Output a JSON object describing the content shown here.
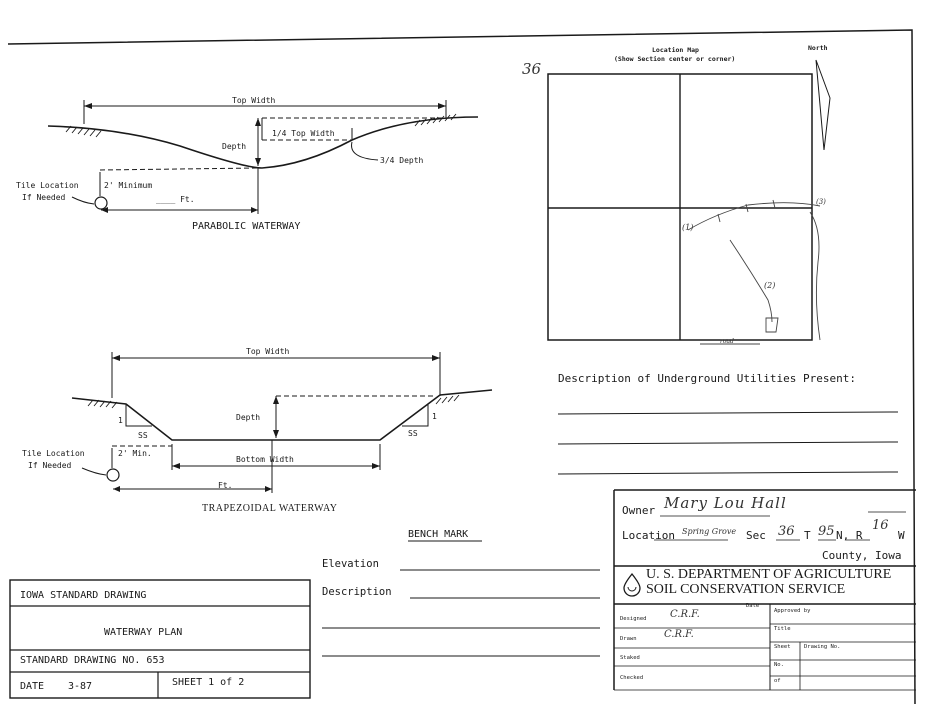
{
  "parabolic": {
    "top_width": "Top Width",
    "depth": "Depth",
    "quarter_top_width": "1/4 Top Width",
    "three_quarter_depth": "3/4 Depth",
    "tile_location_1": "Tile Location",
    "tile_location_2": "If Needed",
    "minimum": "2' Minimum",
    "ft": "____ Ft.",
    "caption": "PARABOLIC WATERWAY"
  },
  "trapezoidal": {
    "top_width": "Top Width",
    "depth": "Depth",
    "bottom_width": "Bottom Width",
    "slope_one": "1",
    "slope_ss": "SS",
    "tile_location_1": "Tile Location",
    "tile_location_2": "If Needed",
    "minimum": "2' Min.",
    "ft": "Ft.",
    "caption": "TRAPEZOIDAL WATERWAY"
  },
  "location_map": {
    "title": "Location Map",
    "subtitle": "(Show Section center or corner)",
    "north": "North",
    "section_number": "36",
    "sketch_label_1": "(1)",
    "sketch_label_2": "(2)",
    "sketch_label_3": "(3)",
    "road_label": "road"
  },
  "utilities": {
    "label": "Description of Underground Utilities Present:"
  },
  "bench_mark": {
    "title": "BENCH MARK",
    "elevation": "Elevation",
    "description": "Description"
  },
  "title_block": {
    "owner_label": "Owner",
    "owner_value": "Mary Lou Hall",
    "location_label": "Location",
    "location_value": "Spring Grove",
    "sec_label": "Sec",
    "sec_value": "36",
    "t_label": "T",
    "t_value": "95",
    "n_label": "N, R",
    "r_value": "16",
    "w_label": "W",
    "county": "County, Iowa",
    "agency_1": "U. S. DEPARTMENT OF AGRICULTURE",
    "agency_2": "SOIL CONSERVATION SERVICE",
    "date_hdr": "Date",
    "designed": "Designed",
    "designed_by": "C.R.F.",
    "drawn": "Drawn",
    "drawn_by": "C.R.F.",
    "staked": "Staked",
    "checked": "Checked",
    "approved_by": "Approved by",
    "title_lbl": "Title",
    "sheet_lbl": "Sheet",
    "drawing_no": "Drawing No.",
    "no_lbl": "No.",
    "of_lbl": "of"
  },
  "standard_block": {
    "iowa": "IOWA STANDARD DRAWING",
    "plan": "WATERWAY PLAN",
    "drawing_no": "STANDARD DRAWING NO. 653",
    "date_label": "DATE",
    "date_value": "3-87",
    "sheet": "SHEET  1 of 2"
  }
}
